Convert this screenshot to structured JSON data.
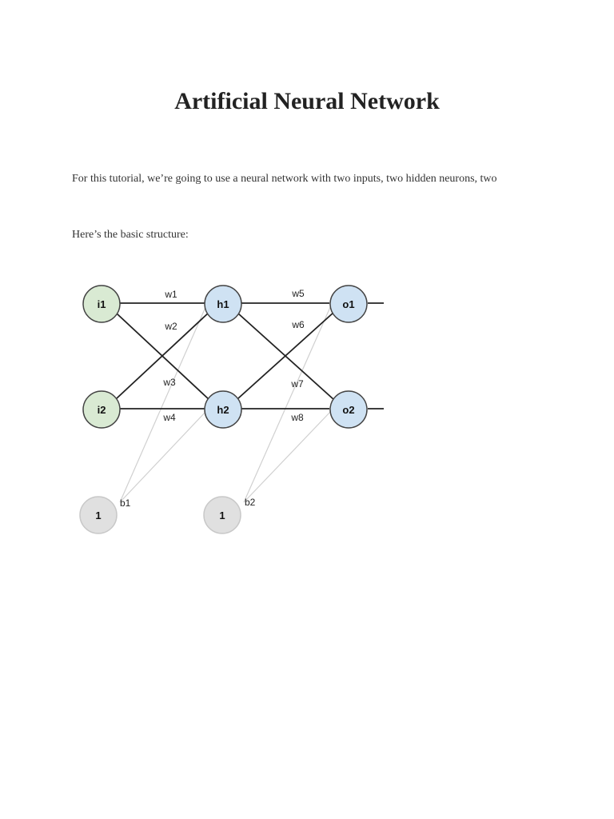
{
  "document": {
    "title": "Artificial Neural Network",
    "paragraphs": [
      "For this tutorial, we’re going to use a neural network with two inputs, two hidden neurons, two",
      "Here’s the basic structure:"
    ]
  },
  "diagram": {
    "colors": {
      "input_fill": "#d9ead3",
      "hidden_fill": "#cfe2f3",
      "output_fill": "#cfe2f3",
      "bias_fill": "#e0e0e0",
      "node_stroke": "#444444",
      "edge": "#222222",
      "bias_edge": "#d0d0d0"
    },
    "nodes": {
      "i1": "i1",
      "i2": "i2",
      "h1": "h1",
      "h2": "h2",
      "o1": "o1",
      "o2": "o2",
      "bias1": "1",
      "bias2": "1"
    },
    "weights": {
      "w1": "w1",
      "w2": "w2",
      "w3": "w3",
      "w4": "w4",
      "w5": "w5",
      "w6": "w6",
      "w7": "w7",
      "w8": "w8"
    },
    "biases": {
      "b1": "b1",
      "b2": "b2"
    }
  }
}
